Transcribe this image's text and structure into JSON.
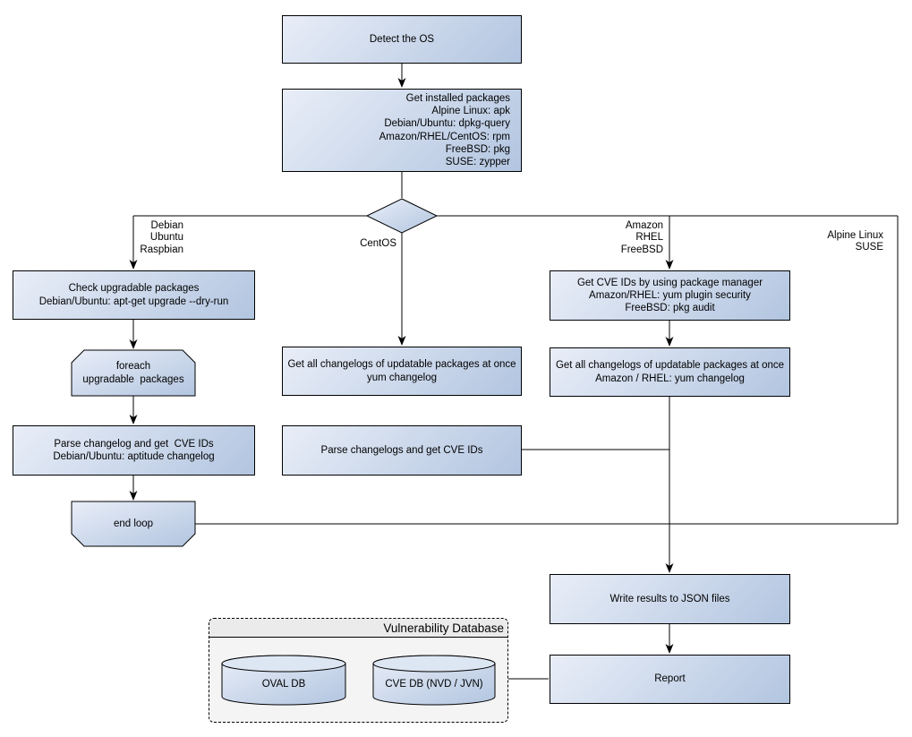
{
  "nodes": {
    "detect_os": "Detect the OS",
    "get_installed_packages": "Get installed packages\nAlpine Linux: apk\nDebian/Ubuntu: dpkg-query\nAmazon/RHEL/CentOS: rpm\nFreeBSD: pkg\nSUSE: zypper",
    "check_upgradable": "Check upgradable packages\nDebian/Ubuntu: apt-get upgrade --dry-run",
    "foreach_loop": "foreach\nupgradable  packages",
    "parse_changelog_deb": "Parse changelog and get  CVE IDs\nDebian/Ubuntu: aptitude changelog",
    "end_loop": "end loop",
    "get_changelogs_centos": "Get all changelogs of updatable packages at once\nyum changelog",
    "parse_changelogs_centos": "Parse changelogs and get CVE IDs",
    "get_cve_ids_pkg_manager": "Get CVE IDs by using package manager\nAmazon/RHEL: yum plugin security\nFreeBSD: pkg audit",
    "get_changelogs_amazon": "Get all changelogs of updatable packages at once\nAmazon / RHEL: yum changelog",
    "write_results": "Write results to JSON files",
    "report": "Report"
  },
  "branch_labels": {
    "debian": "Debian\nUbuntu\nRaspbian",
    "centos": "CentOS",
    "amazon": "Amazon\nRHEL\nFreeBSD",
    "alpine": "Alpine Linux\nSUSE"
  },
  "vulnerability_database": {
    "title": "Vulnerability Database",
    "databases": [
      "OVAL DB",
      "CVE DB (NVD / JVN)"
    ]
  },
  "colors": {
    "node_gradient_start": "#e9eef8",
    "node_gradient_end": "#b2c5e0",
    "stroke": "#000000",
    "group_fill": "#f4f4f4",
    "group_header_fill": "#ebebeb"
  }
}
